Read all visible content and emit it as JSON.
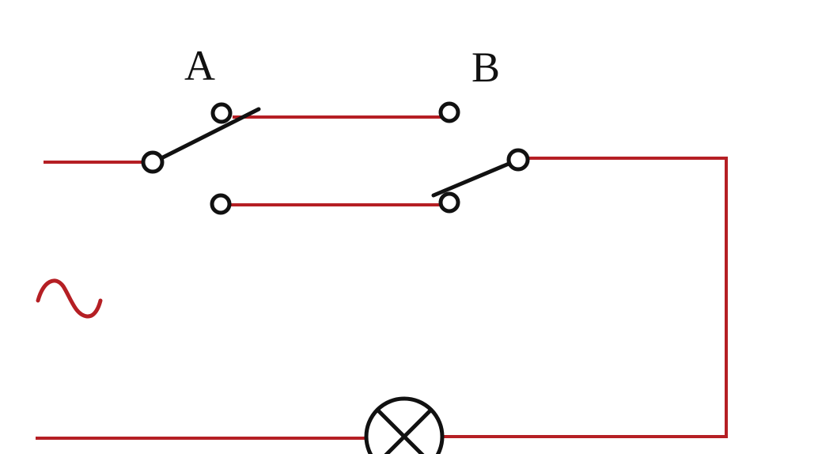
{
  "labels": {
    "switch_a": "A",
    "switch_b": "B"
  },
  "colors": {
    "wire": "#b51f24",
    "terminal_stroke": "#111111",
    "switch_lever": "#111111",
    "ac_symbol": "#b51f24",
    "background": "#ffffff"
  },
  "components": {
    "source": "ac-source-icon",
    "switch_a": "spdt-switch",
    "switch_b": "spdt-switch",
    "load": "lamp-icon"
  }
}
